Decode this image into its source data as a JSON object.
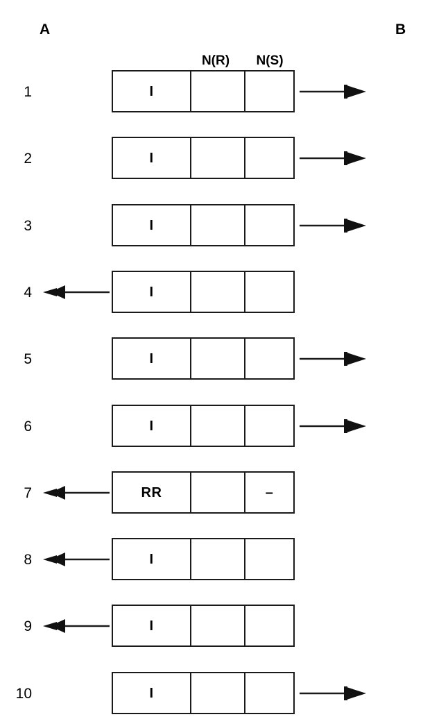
{
  "diagram": {
    "type": "protocol-frame-exchange",
    "stations": {
      "left_label": "A",
      "right_label": "B"
    },
    "field_captions": {
      "nr": "N(R)",
      "ns": "N(S)"
    },
    "colors": {
      "line": "#1a1a1a",
      "text": "#000000",
      "background": "#ffffff"
    },
    "rows": [
      {
        "number": "1",
        "control": "I",
        "nr": "",
        "ns": "",
        "direction": "right"
      },
      {
        "number": "2",
        "control": "I",
        "nr": "",
        "ns": "",
        "direction": "right"
      },
      {
        "number": "3",
        "control": "I",
        "nr": "",
        "ns": "",
        "direction": "right"
      },
      {
        "number": "4",
        "control": "I",
        "nr": "",
        "ns": "",
        "direction": "left"
      },
      {
        "number": "5",
        "control": "I",
        "nr": "",
        "ns": "",
        "direction": "right"
      },
      {
        "number": "6",
        "control": "I",
        "nr": "",
        "ns": "",
        "direction": "right"
      },
      {
        "number": "7",
        "control": "RR",
        "nr": "",
        "ns": "–",
        "direction": "left"
      },
      {
        "number": "8",
        "control": "I",
        "nr": "",
        "ns": "",
        "direction": "left"
      },
      {
        "number": "9",
        "control": "I",
        "nr": "",
        "ns": "",
        "direction": "left"
      },
      {
        "number": "10",
        "control": "I",
        "nr": "",
        "ns": "",
        "direction": "right"
      }
    ]
  }
}
